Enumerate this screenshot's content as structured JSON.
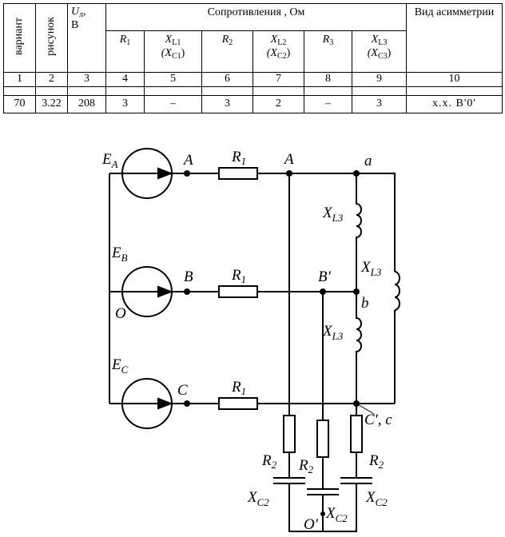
{
  "table": {
    "headers": {
      "variant": "вариант",
      "figure": "рисунок",
      "voltage_symbol": "U",
      "voltage_sub": "л",
      "voltage_comma": ",",
      "voltage_unit": "В",
      "resistances": "Сопротивления , Ом",
      "asymmetry": "Вид асимметрии",
      "r1": "R",
      "r1_sub": "1",
      "xl1": "X",
      "xl1_sub": "L1",
      "xc1": "(X",
      "xc1_sub": "C1",
      "xc1_close": ")",
      "r2": "R",
      "r2_sub": "2",
      "xl2": "X",
      "xl2_sub": "L2",
      "xc2": "(X",
      "xc2_sub": "C2",
      "xc2_close": ")",
      "r3": "R",
      "r3_sub": "3",
      "xl3": "X",
      "xl3_sub": "L3",
      "xc3": "(X",
      "xc3_sub": "C3",
      "xc3_close": ")"
    },
    "column_numbers": [
      "1",
      "2",
      "3",
      "4",
      "5",
      "6",
      "7",
      "8",
      "9",
      "10"
    ],
    "row": [
      "70",
      "3.22",
      "208",
      "3",
      "–",
      "3",
      "2",
      "–",
      "3",
      "х.х. B'0'"
    ]
  },
  "circuit": {
    "labels": {
      "ea": "E",
      "ea_sub": "A",
      "eb": "E",
      "eb_sub": "B",
      "ec": "E",
      "ec_sub": "C",
      "node_A1": "A",
      "node_B1": "B",
      "node_C1": "C",
      "node_O": "O",
      "r1_a": "R",
      "r1_a_sub": "1",
      "r1_b": "R",
      "r1_b_sub": "1",
      "r1_c": "R",
      "r1_c_sub": "1",
      "node_A2": "A",
      "node_a": "a",
      "node_Bp": "B'",
      "node_b": "b",
      "node_Cc": "C', c",
      "xl3_top": "X",
      "xl3_top_sub": "L3",
      "xl3_side": "X",
      "xl3_side_sub": "L3",
      "xl3_bot": "X",
      "xl3_bot_sub": "L3",
      "r2_1": "R",
      "r2_1_sub": "2",
      "r2_2": "R",
      "r2_2_sub": "2",
      "r2_3": "R",
      "r2_3_sub": "2",
      "xc2_1": "X",
      "xc2_1_sub": "C2",
      "xc2_2": "X",
      "xc2_2_sub": "C2",
      "xc2_3": "X",
      "xc2_3_sub": "C2",
      "node_Op": "O'"
    }
  }
}
